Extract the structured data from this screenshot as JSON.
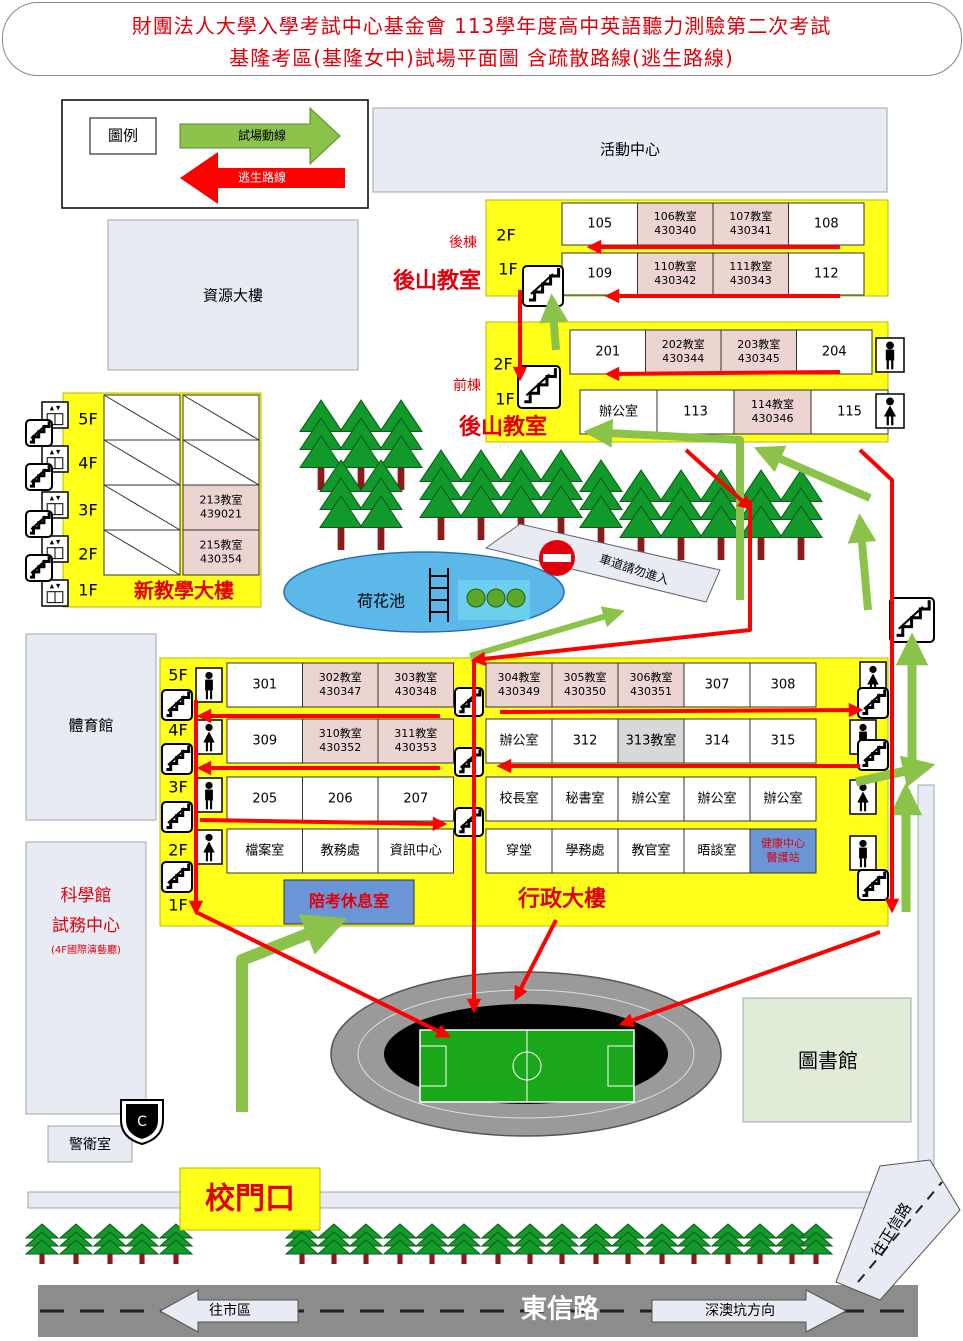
{
  "title": {
    "line1": "財團法人大學入學考試中心基金會 113學年度高中英語聽力測驗第二次考試",
    "line2": "基隆考區(基隆女中)試場平面圖 含疏散路線(逃生路線)"
  },
  "legend": {
    "heading": "圖例",
    "route_in": "試場動線",
    "route_out": "逃生路線"
  },
  "buildings": {
    "activity_center": "活動中心",
    "resource": "資源大樓",
    "gym": "體育館",
    "science": {
      "line1": "科學館",
      "line2": "試務中心",
      "line3": "(4F國際演藝廳)"
    },
    "library": "圖書館",
    "guard": "警衛室",
    "gate": "校門口",
    "new_teaching": "新教學大樓",
    "admin": "行政大樓",
    "back_hill": "後山教室",
    "back_label": "後棟",
    "front_label": "前棟",
    "pond": "荷花池",
    "no_car": "車道請勿進入",
    "waiting_room": "陪考休息室"
  },
  "roads": {
    "main": "東信路",
    "west": "往市區",
    "east": "深澳坑方向",
    "zhengxin": "往正信路"
  },
  "floors": {
    "f1": "1F",
    "f2": "2F",
    "f3": "3F",
    "f4": "4F",
    "f5": "5F"
  },
  "back_rear": {
    "row2F": [
      {
        "name": "105",
        "code": ""
      },
      {
        "name": "106教室",
        "code": "430340"
      },
      {
        "name": "107教室",
        "code": "430341"
      },
      {
        "name": "108",
        "code": ""
      }
    ],
    "row1F": [
      {
        "name": "109",
        "code": ""
      },
      {
        "name": "110教室",
        "code": "430342"
      },
      {
        "name": "111教室",
        "code": "430343"
      },
      {
        "name": "112",
        "code": ""
      }
    ]
  },
  "back_front": {
    "row2F": [
      {
        "name": "201",
        "code": ""
      },
      {
        "name": "202教室",
        "code": "430344"
      },
      {
        "name": "203教室",
        "code": "430345"
      },
      {
        "name": "204",
        "code": ""
      }
    ],
    "row1F": [
      {
        "name": "辦公室",
        "code": ""
      },
      {
        "name": "113",
        "code": ""
      },
      {
        "name": "114教室",
        "code": "430346"
      },
      {
        "name": "115",
        "code": ""
      }
    ]
  },
  "new_building_rooms": {
    "r3F": {
      "name": "213教室",
      "code": "439021"
    },
    "r2F": {
      "name": "215教室",
      "code": "430354"
    }
  },
  "main_building": {
    "left": {
      "f5": [
        {
          "name": "301",
          "code": ""
        },
        {
          "name": "302教室",
          "code": "430347"
        },
        {
          "name": "303教室",
          "code": "430348"
        }
      ],
      "f4": [
        {
          "name": "309",
          "code": ""
        },
        {
          "name": "310教室",
          "code": "430352"
        },
        {
          "name": "311教室",
          "code": "430353"
        }
      ],
      "f3": [
        {
          "name": "205",
          "code": ""
        },
        {
          "name": "206",
          "code": ""
        },
        {
          "name": "207",
          "code": ""
        }
      ],
      "f2": [
        {
          "name": "檔案室",
          "code": ""
        },
        {
          "name": "教務處",
          "code": ""
        },
        {
          "name": "資訊中心",
          "code": ""
        }
      ]
    },
    "right": {
      "f5": [
        {
          "name": "304教室",
          "code": "430349"
        },
        {
          "name": "305教室",
          "code": "430350"
        },
        {
          "name": "306教室",
          "code": "430351"
        },
        {
          "name": "307",
          "code": ""
        },
        {
          "name": "308",
          "code": ""
        }
      ],
      "f4": [
        {
          "name": "辦公室",
          "code": ""
        },
        {
          "name": "312",
          "code": ""
        },
        {
          "name": "313教室",
          "code": ""
        },
        {
          "name": "314",
          "code": ""
        },
        {
          "name": "315",
          "code": ""
        }
      ],
      "f3": [
        {
          "name": "校長室",
          "code": ""
        },
        {
          "name": "秘書室",
          "code": ""
        },
        {
          "name": "辦公室",
          "code": ""
        },
        {
          "name": "辦公室",
          "code": ""
        },
        {
          "name": "辦公室",
          "code": ""
        }
      ],
      "f2": [
        {
          "name": "穿堂",
          "code": ""
        },
        {
          "name": "學務處",
          "code": ""
        },
        {
          "name": "教官室",
          "code": ""
        },
        {
          "name": "晤談室",
          "code": ""
        },
        {
          "name": "健康中心",
          "code": "醫護站"
        }
      ]
    }
  },
  "colors": {
    "route_in": "#8bc34a",
    "route_out": "#ff0000",
    "exam_room": "#ecd4d0",
    "building_yellow": "#ffff1a",
    "title_red": "#e0000b"
  }
}
